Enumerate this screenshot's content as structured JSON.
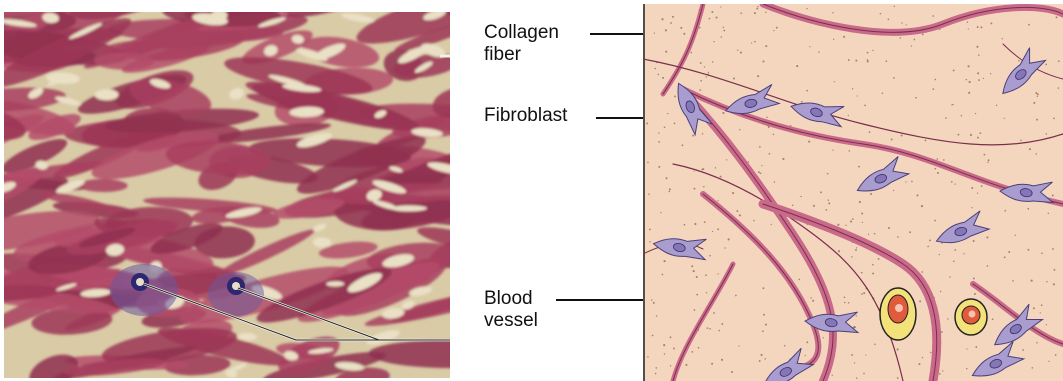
{
  "figure": {
    "labels": {
      "collagen": {
        "line1": "Collagen",
        "line2": "fiber"
      },
      "fibroblast": "Fibroblast",
      "vessel": {
        "line1": "Blood",
        "line2": "vessel"
      }
    },
    "colors": {
      "micrograph_background": "#d8c9a4",
      "micrograph_fiber": "#a8405f",
      "micrograph_nuclei": "#4a3a8a",
      "illustration_background": "#f4d6bf",
      "collagen_fiber": "#c96a8a",
      "fibroblast": "#a99ccf",
      "vessel_wall": "#f3e27a",
      "vessel_lumen": "#e05a3c",
      "label_text": "#111111"
    }
  }
}
